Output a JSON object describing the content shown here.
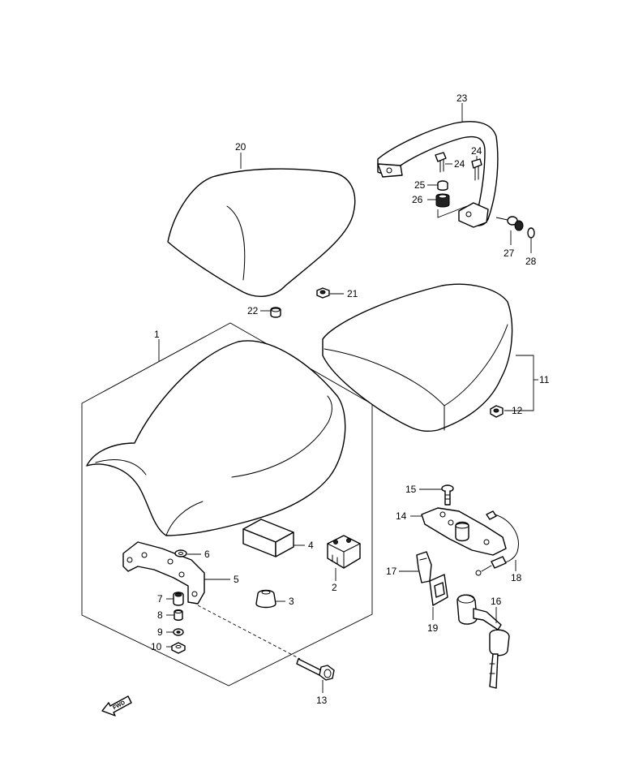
{
  "callouts": {
    "p1": "1",
    "p2": "2",
    "p3": "3",
    "p4": "4",
    "p5": "5",
    "p6": "6",
    "p7": "7",
    "p8": "8",
    "p9": "9",
    "p10": "10",
    "p11": "11",
    "p12": "12",
    "p13": "13",
    "p14": "14",
    "p15": "15",
    "p16": "16",
    "p17": "17",
    "p18": "18",
    "p19": "19",
    "p20": "20",
    "p21": "21",
    "p22": "22",
    "p23": "23",
    "p24a": "24",
    "p24b": "24",
    "p25": "25",
    "p26": "26",
    "p27": "27",
    "p28": "28"
  },
  "fwd_label": "FWD"
}
